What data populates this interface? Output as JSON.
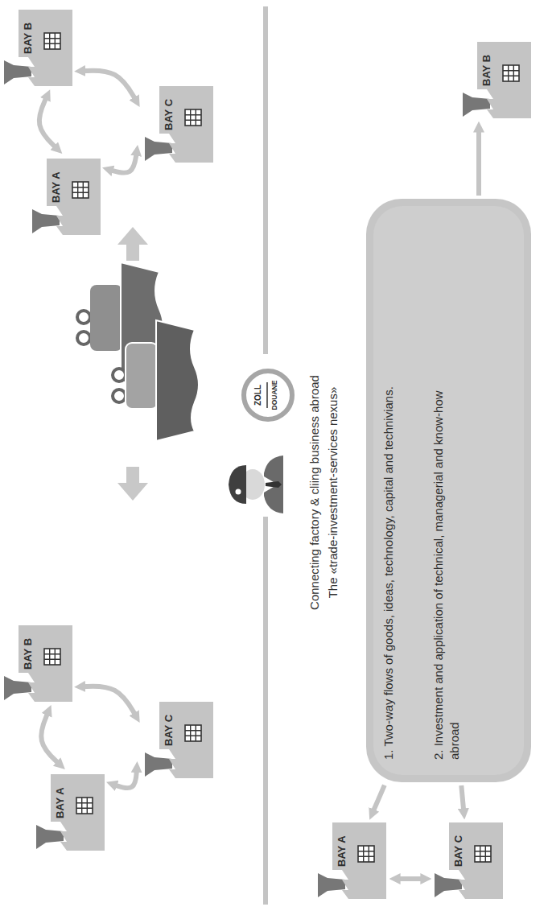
{
  "diagram": {
    "nodes": [
      {
        "text": [
          "BAY A"
        ]
      },
      {
        "text": [
          "BAY B"
        ]
      },
      {
        "text": [
          "BAY C"
        ]
      },
      {
        "text": [
          "BAY A"
        ]
      },
      {
        "text": [
          "BAY B"
        ]
      },
      {
        "text": [
          "BAY C"
        ]
      },
      {
        "text": [
          "ZOLL",
          "DOUANE"
        ]
      },
      {
        "text": [
          "1. Two-way flows of goods, ideas, technology, capital and technivians.",
          "2. Investment and application of technical, managerial and know-how abroad"
        ]
      },
      {
        "text": [
          "BAY A"
        ]
      },
      {
        "text": [
          "BAY C"
        ]
      },
      {
        "text": [
          "BAY B"
        ]
      }
    ],
    "edges": [
      {
        "from": 0,
        "to": 1,
        "arrow": "both"
      },
      {
        "from": 1,
        "to": 2,
        "arrow": "both"
      },
      {
        "from": 0,
        "to": 2,
        "arrow": "both"
      },
      {
        "from": 3,
        "to": 4,
        "arrow": "both"
      },
      {
        "from": 4,
        "to": 5,
        "arrow": "both"
      },
      {
        "from": 3,
        "to": 5,
        "arrow": "both"
      },
      {
        "from": 7,
        "to": 8,
        "arrow": "to"
      },
      {
        "from": 7,
        "to": 9,
        "arrow": "to"
      },
      {
        "from": 8,
        "to": 9,
        "arrow": "both"
      },
      {
        "from": 7,
        "to": 10,
        "arrow": "to"
      }
    ],
    "labels": [
      "Connecting factory & cliing business abroad",
      "The «trade-investment-services nexus»"
    ]
  }
}
